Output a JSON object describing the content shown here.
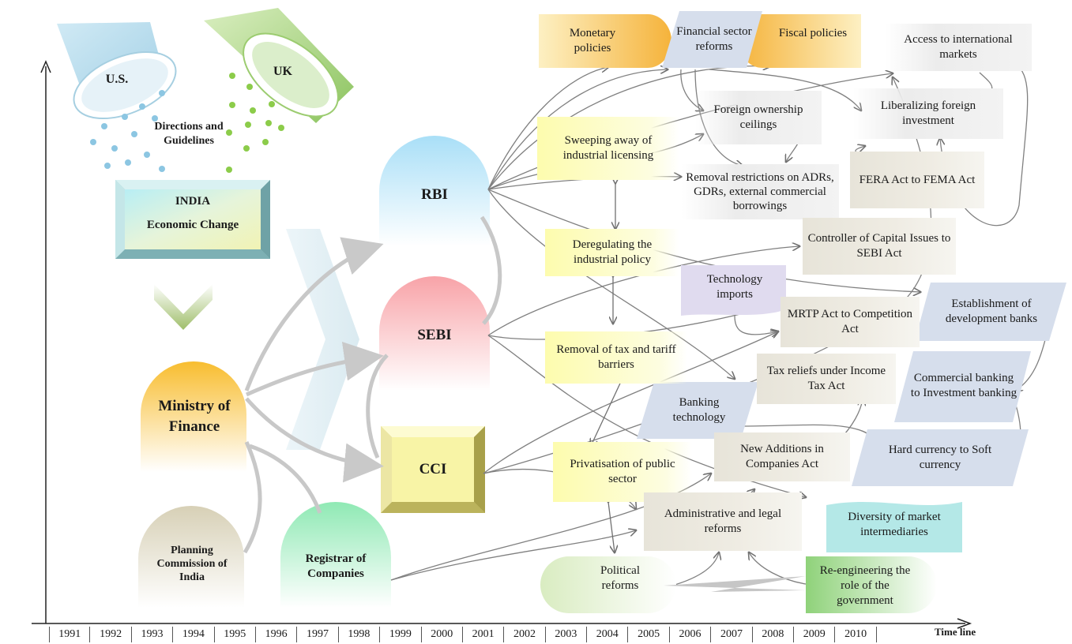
{
  "top": {
    "us_label": "U.S.",
    "uk_label": "UK",
    "directions_label": "Directions and Guidelines"
  },
  "india_box": {
    "line1": "INDIA",
    "line2": "Economic Change"
  },
  "agencies": {
    "ministry": "Ministry of Finance",
    "planning": "Planning Commission of India",
    "registrar": "Registrar of Companies",
    "rbi": "RBI",
    "sebi": "SEBI",
    "cci": "CCI"
  },
  "reforms": {
    "monetary": "Monetary policies",
    "financial_sector": "Financial sector reforms",
    "fiscal": "Fiscal policies",
    "access_markets": "Access to international markets",
    "foreign_ownership": "Foreign ownership ceilings",
    "liberalizing": "Liberalizing foreign investment",
    "sweeping": "Sweeping away of industrial licensing",
    "removal_restrictions": "Removal restrictions on ADRs, GDRs, external commercial borrowings",
    "fera": "FERA Act to FEMA Act",
    "deregulating": "Deregulating the industrial policy",
    "controller": "Controller of Capital Issues to SEBI Act",
    "technology_imports": "Technology imports",
    "mrtp": "MRTP Act to Competition Act",
    "development_banks": "Establishment of development banks",
    "tax_tariff": "Removal of tax and tariff barriers",
    "tax_reliefs": "Tax reliefs under Income Tax Act",
    "commercial_banking": "Commercial banking to Investment banking",
    "banking_tech": "Banking technology",
    "new_additions": "New Additions in Companies Act",
    "hard_currency": "Hard currency to Soft currency",
    "privatisation": "Privatisation of public sector",
    "admin_legal": "Administrative and legal reforms",
    "diversity": "Diversity of market intermediaries",
    "political": "Political reforms",
    "reengineering": "Re-engineering the role of the government"
  },
  "timeline": {
    "years": [
      "1991",
      "1992",
      "1993",
      "1994",
      "1995",
      "1996",
      "1997",
      "1998",
      "1999",
      "2000",
      "2001",
      "2002",
      "2003",
      "2004",
      "2005",
      "2006",
      "2007",
      "2008",
      "2009",
      "2010"
    ],
    "label": "Time line"
  },
  "colors": {
    "rbi": "#c7ecfb",
    "sebi": "#f9b7bb",
    "cci": "#f7f3a6",
    "ministry": "#f9c64a",
    "planning": "#ddd7c2",
    "registrar": "#a8efc3",
    "arrow": "#8c8c8c"
  }
}
